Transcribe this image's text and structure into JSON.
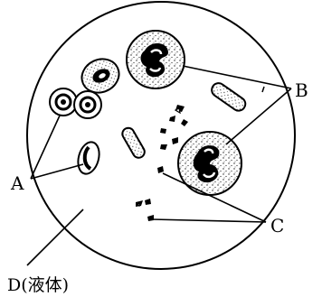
{
  "labels": {
    "a": "A",
    "b": "B",
    "c": "C",
    "d": "D(液体)"
  }
}
